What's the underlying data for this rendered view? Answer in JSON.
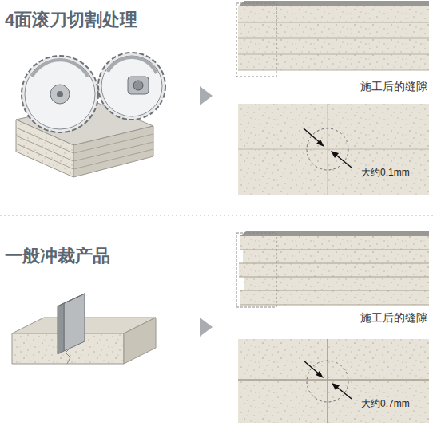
{
  "diagram": {
    "nodes": [
      {
        "text": [
          "施工后的缝隙",
          "大约0.1mm"
        ]
      },
      {
        "text": [
          "施工后的缝隙",
          "大约0.7mm"
        ]
      }
    ],
    "labels": [
      "4面滚刀切割处理",
      "一般冲裁产品"
    ]
  }
}
